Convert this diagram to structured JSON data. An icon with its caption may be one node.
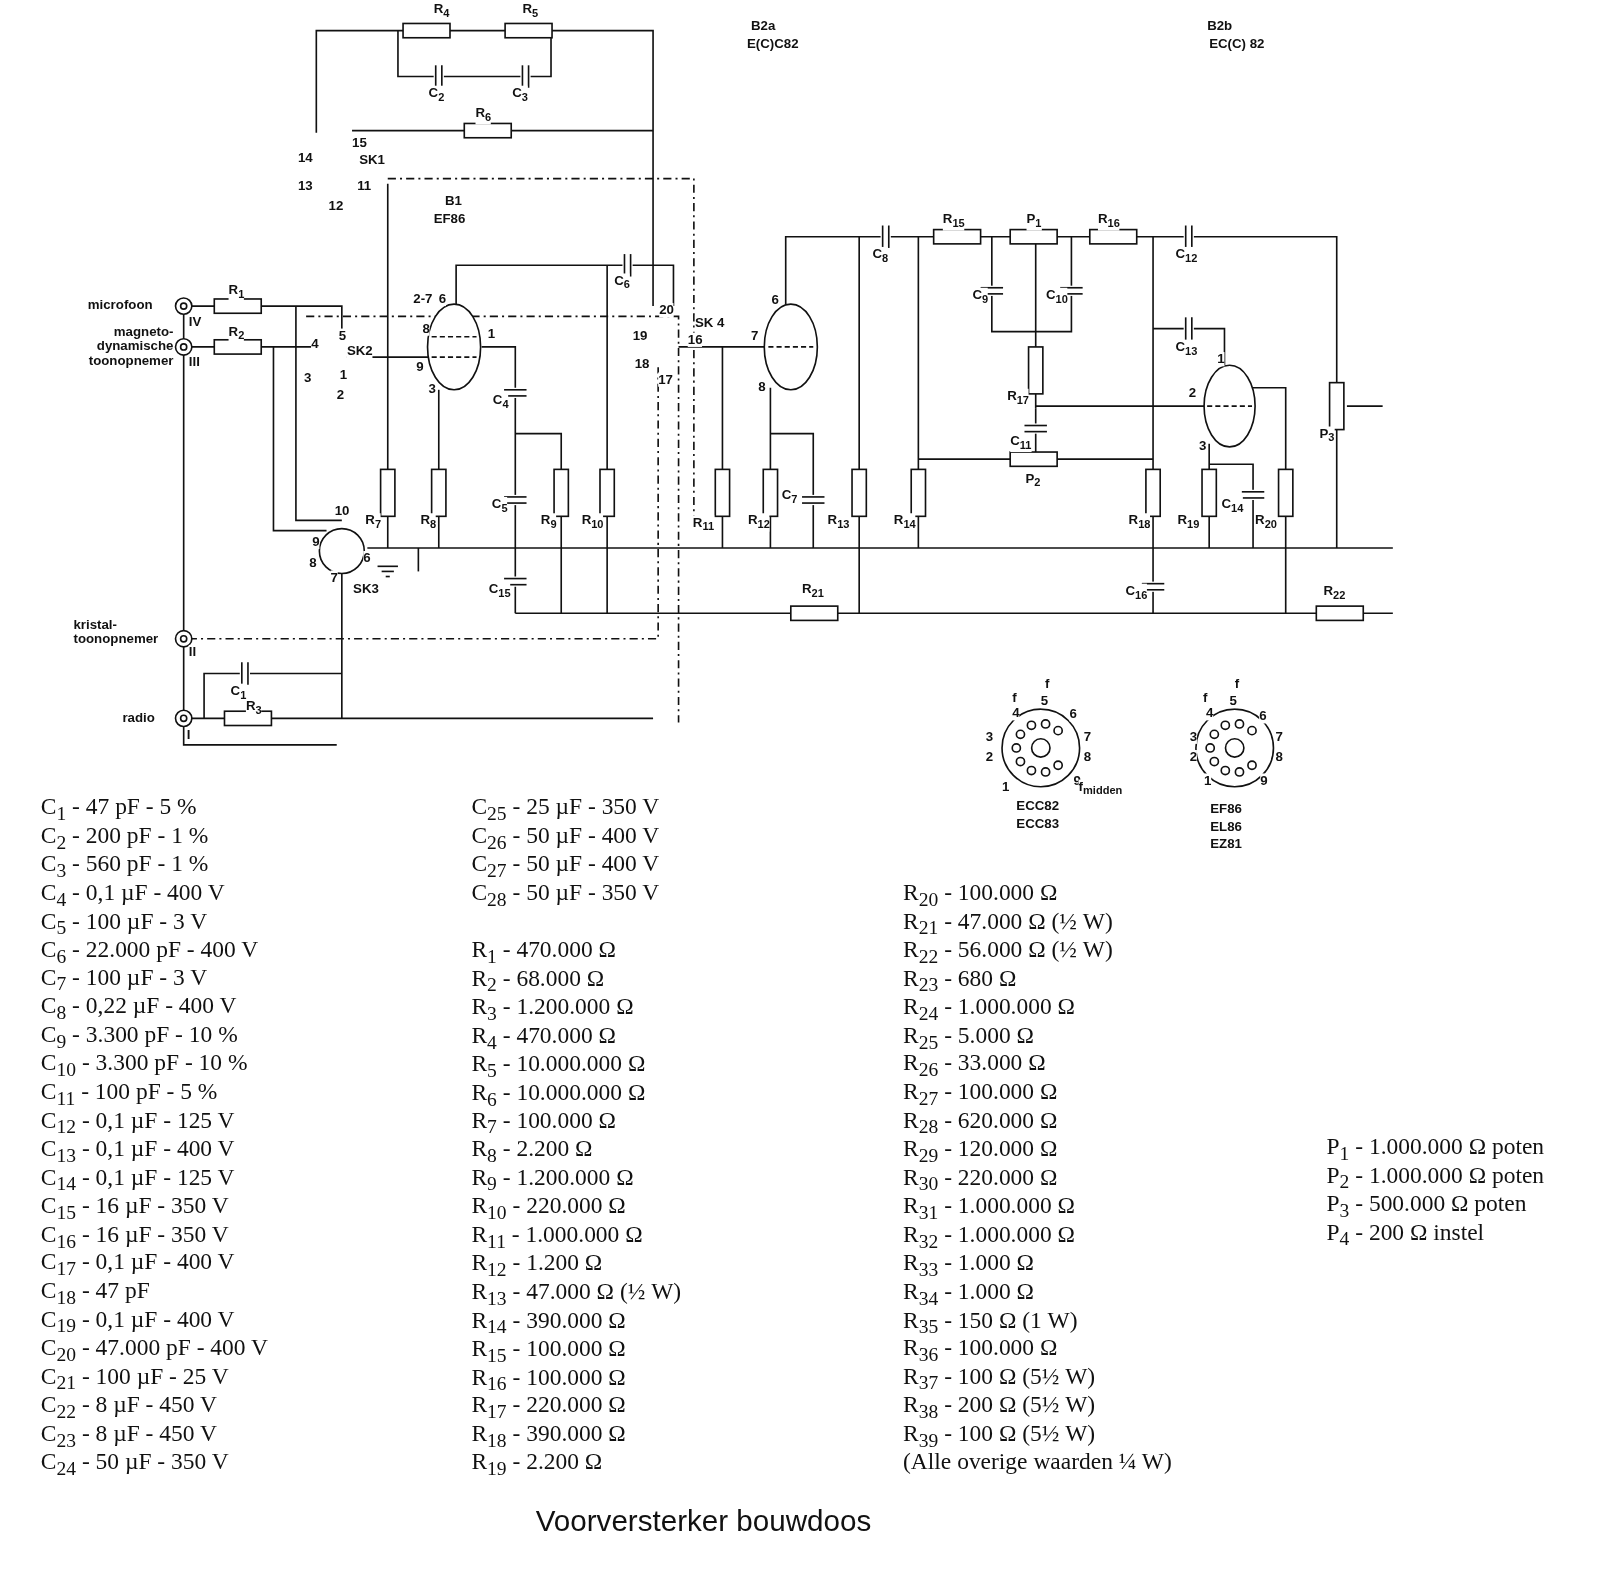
{
  "diagram": {
    "caption": "Voorversterker bouwdoos",
    "labels": [
      "R$_{4}$",
      "R$_{5}$",
      "C$_{2}$",
      "C$_{3}$",
      "R$_{6}$",
      "B2a",
      "E(C)C82",
      "B2b",
      "EC(C) 82",
      "15",
      "14",
      "SK1",
      "13",
      "11",
      "12",
      "B1",
      "EF86",
      "R$_{15}$",
      "P$_{1}$",
      "R$_{16}$",
      "C$_{8}$",
      "C$_{12}$",
      "C$_{6}$",
      "C$_{9}$",
      "C$_{10}$",
      "microfoon",
      "R$_{1}$",
      "IV",
      "2-7",
      "6",
      "20",
      "SK 4",
      "6",
      "magneto-dynamische toonopnemer",
      "R$_{2}$",
      "III",
      "5",
      "4",
      "8",
      "1",
      "16",
      "19",
      "SK2",
      "9",
      "7",
      "18",
      "3",
      "1",
      "3",
      "17",
      "C$_{13}$",
      "1",
      "C$_{4}$",
      "2",
      "8",
      "R$_{17}$",
      "2",
      "P$_{3}$",
      "C$_{11}$",
      "3",
      "P$_{2}$",
      "C$_{5}$",
      "C$_{7}$",
      "C$_{14}$",
      "10",
      "R$_{7}$",
      "R$_{8}$",
      "R$_{9}$",
      "R$_{10}$",
      "9",
      "R$_{11}$",
      "R$_{12}$",
      "R$_{13}$",
      "R$_{14}$",
      "R$_{18}$",
      "R$_{19}$",
      "R$_{20}$",
      "8",
      "6",
      "7",
      "SK3",
      "C$_{15}$",
      "R$_{21}$",
      "C$_{16}$",
      "R$_{22}$",
      "kristal-toonopnemer",
      "II",
      "C$_{1}$",
      "R$_{3}$",
      "radio",
      "I",
      "f",
      "f",
      "5",
      "4",
      "6",
      "3",
      "7",
      "2",
      "8",
      "1",
      "9",
      "f$_{midden}$",
      "ECC82",
      "ECC83",
      "f",
      "f",
      "5",
      "4",
      "6",
      "3",
      "7",
      "2",
      "8",
      "1",
      "9",
      "EF86",
      "EL86",
      "EZ81",
      "C$_{1}$ - 47 pF - 5 %",
      "C$_{2}$ - 200 pF - 1 %",
      "C$_{3}$ - 560 pF - 1 %",
      "C$_{4}$ - 0,1 µF - 400 V",
      "C$_{5}$ - 100 µF - 3 V",
      "C$_{6}$ - 22.000 pF - 400 V",
      "C$_{7}$ - 100 µF - 3 V",
      "C$_{8}$ - 0,22 µF - 400 V",
      "C$_{9}$ - 3.300 pF - 10 %",
      "C$_{10}$ - 3.300 pF - 10 %",
      "C$_{11}$ - 100 pF - 5 %",
      "C$_{12}$ - 0,1 µF - 125 V",
      "C$_{13}$ - 0,1 µF - 400 V",
      "C$_{14}$ - 0,1 µF - 125 V",
      "C$_{15}$ - 16 µF - 350 V",
      "C$_{16}$ - 16 µF - 350 V",
      "C$_{17}$ - 0,1 µF - 400 V",
      "C$_{18}$ - 47 pF",
      "C$_{19}$ - 0,1 µF - 400 V",
      "C$_{20}$ - 47.000 pF - 400 V",
      "C$_{21}$ - 100 µF - 25 V",
      "C$_{22}$ - 8 µF - 450 V",
      "C$_{23}$ - 8 µF - 450 V",
      "C$_{24}$ - 50 µF - 350 V",
      "C$_{25}$ - 25 µF - 350 V",
      "C$_{26}$ - 50 µF - 400 V",
      "C$_{27}$ - 50 µF - 400 V",
      "C$_{28}$ - 50 µF - 350 V",
      "R$_{1}$ - 470.000 Ω",
      "R$_{2}$ - 68.000 Ω",
      "R$_{3}$ - 1.200.000 Ω",
      "R$_{4}$ - 470.000 Ω",
      "R$_{5}$ - 10.000.000 Ω",
      "R$_{6}$ - 10.000.000 Ω",
      "R$_{7}$ - 100.000 Ω",
      "R$_{8}$ - 2.200 Ω",
      "R$_{9}$ - 1.200.000 Ω",
      "R$_{10}$ - 220.000 Ω",
      "R$_{11}$ - 1.000.000 Ω",
      "R$_{12}$ - 1.200 Ω",
      "R$_{13}$ - 47.000 Ω (½ W)",
      "R$_{14}$ - 390.000 Ω",
      "R$_{15}$ - 100.000 Ω",
      "R$_{16}$ - 100.000 Ω",
      "R$_{17}$ - 220.000 Ω",
      "R$_{18}$ - 390.000 Ω",
      "R$_{19}$ - 2.200 Ω",
      "R$_{20}$ - 100.000 Ω",
      "R$_{21}$ - 47.000 Ω (½ W)",
      "R$_{22}$ - 56.000 Ω (½ W)",
      "R$_{23}$ - 680 Ω",
      "R$_{24}$ - 1.000.000 Ω",
      "R$_{25}$ - 5.000 Ω",
      "R$_{26}$ - 33.000 Ω",
      "R$_{27}$ - 100.000 Ω",
      "R$_{28}$ - 620.000 Ω",
      "R$_{29}$ - 120.000 Ω",
      "R$_{30}$ - 220.000 Ω",
      "R$_{31}$ - 1.000.000 Ω",
      "R$_{32}$ - 1.000.000 Ω",
      "R$_{33}$ - 1.000 Ω",
      "R$_{34}$ - 1.000 Ω",
      "R$_{35}$ - 150 Ω (1 W)",
      "R$_{36}$ - 100.000 Ω",
      "R$_{37}$ - 100 Ω (5½ W)",
      "R$_{38}$ - 200 Ω (5½ W)",
      "R$_{39}$ - 100 Ω (5½ W)",
      "(Alle overige waarden ¼ W)",
      "P$_{1}$ - 1.000.000 Ω poten",
      "P$_{2}$ - 1.000.000 Ω poten",
      "P$_{3}$ - 500.000 Ω poten",
      "P$_{4}$ - 200 Ω instel"
    ]
  }
}
